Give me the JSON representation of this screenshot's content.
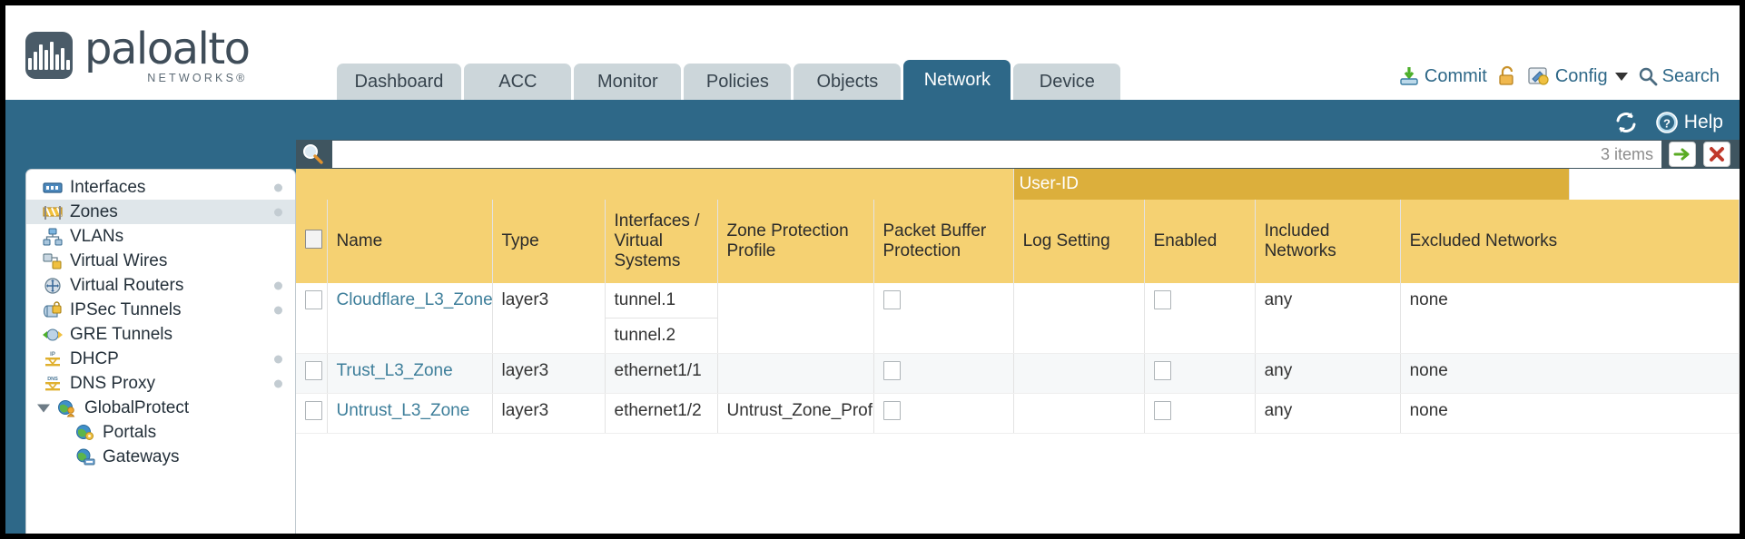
{
  "brand": {
    "name": "paloalto",
    "tagline": "NETWORKS®"
  },
  "tabs": [
    {
      "label": "Dashboard",
      "active": false
    },
    {
      "label": "ACC",
      "active": false
    },
    {
      "label": "Monitor",
      "active": false
    },
    {
      "label": "Policies",
      "active": false
    },
    {
      "label": "Objects",
      "active": false
    },
    {
      "label": "Network",
      "active": true
    },
    {
      "label": "Device",
      "active": false
    }
  ],
  "topright": {
    "commit": "Commit",
    "lock_icon": "lock-icon",
    "config": "Config",
    "search": "Search"
  },
  "subbar": {
    "refresh_icon": "refresh-icon",
    "help": "Help"
  },
  "sidebar": {
    "items": [
      {
        "label": "Interfaces",
        "icon": "interfaces-icon",
        "dot": true,
        "selected": false,
        "level": 0
      },
      {
        "label": "Zones",
        "icon": "zones-icon",
        "dot": true,
        "selected": true,
        "level": 0
      },
      {
        "label": "VLANs",
        "icon": "vlans-icon",
        "dot": false,
        "selected": false,
        "level": 0
      },
      {
        "label": "Virtual Wires",
        "icon": "virtual-wires-icon",
        "dot": false,
        "selected": false,
        "level": 0
      },
      {
        "label": "Virtual Routers",
        "icon": "virtual-routers-icon",
        "dot": true,
        "selected": false,
        "level": 0
      },
      {
        "label": "IPSec Tunnels",
        "icon": "ipsec-tunnels-icon",
        "dot": true,
        "selected": false,
        "level": 0
      },
      {
        "label": "GRE Tunnels",
        "icon": "gre-tunnels-icon",
        "dot": false,
        "selected": false,
        "level": 0
      },
      {
        "label": "DHCP",
        "icon": "dhcp-icon",
        "dot": true,
        "selected": false,
        "level": 0
      },
      {
        "label": "DNS Proxy",
        "icon": "dns-proxy-icon",
        "dot": true,
        "selected": false,
        "level": 0
      },
      {
        "label": "GlobalProtect",
        "icon": "globalprotect-icon",
        "dot": false,
        "selected": false,
        "level": 0,
        "expanded": true
      },
      {
        "label": "Portals",
        "icon": "portals-icon",
        "dot": false,
        "selected": false,
        "level": 1
      },
      {
        "label": "Gateways",
        "icon": "gateways-icon",
        "dot": false,
        "selected": false,
        "level": 1
      }
    ]
  },
  "filter": {
    "search_icon": "search-icon",
    "value": "",
    "placeholder": "",
    "item_count": "3 items",
    "apply_icon": "green-arrow-icon",
    "clear_icon": "red-x-icon"
  },
  "table": {
    "group_header": "User-ID",
    "columns": [
      "Name",
      "Type",
      "Interfaces / Virtual Systems",
      "Zone Protection Profile",
      "Packet Buffer Protection",
      "Log Setting",
      "Enabled",
      "Included Networks",
      "Excluded Networks"
    ],
    "rows": [
      {
        "selected": false,
        "name": "Cloudflare_L3_Zone",
        "type": "layer3",
        "interfaces": [
          "tunnel.1",
          "tunnel.2"
        ],
        "zone_protection_profile": "",
        "packet_buffer_protection": false,
        "log_setting": "",
        "userid_enabled": false,
        "included_networks": "any",
        "excluded_networks": "none"
      },
      {
        "selected": false,
        "name": "Trust_L3_Zone",
        "type": "layer3",
        "interfaces": [
          "ethernet1/1"
        ],
        "zone_protection_profile": "",
        "packet_buffer_protection": false,
        "log_setting": "",
        "userid_enabled": false,
        "included_networks": "any",
        "excluded_networks": "none"
      },
      {
        "selected": false,
        "name": "Untrust_L3_Zone",
        "type": "layer3",
        "interfaces": [
          "ethernet1/2"
        ],
        "zone_protection_profile": "Untrust_Zone_Prof",
        "packet_buffer_protection": false,
        "log_setting": "",
        "userid_enabled": false,
        "included_networks": "any",
        "excluded_networks": "none"
      }
    ]
  },
  "colors": {
    "brand_blue": "#2e6888",
    "header_gold": "#f5d172",
    "group_gold": "#dcaf3c",
    "link_blue": "#3d7e9a"
  }
}
